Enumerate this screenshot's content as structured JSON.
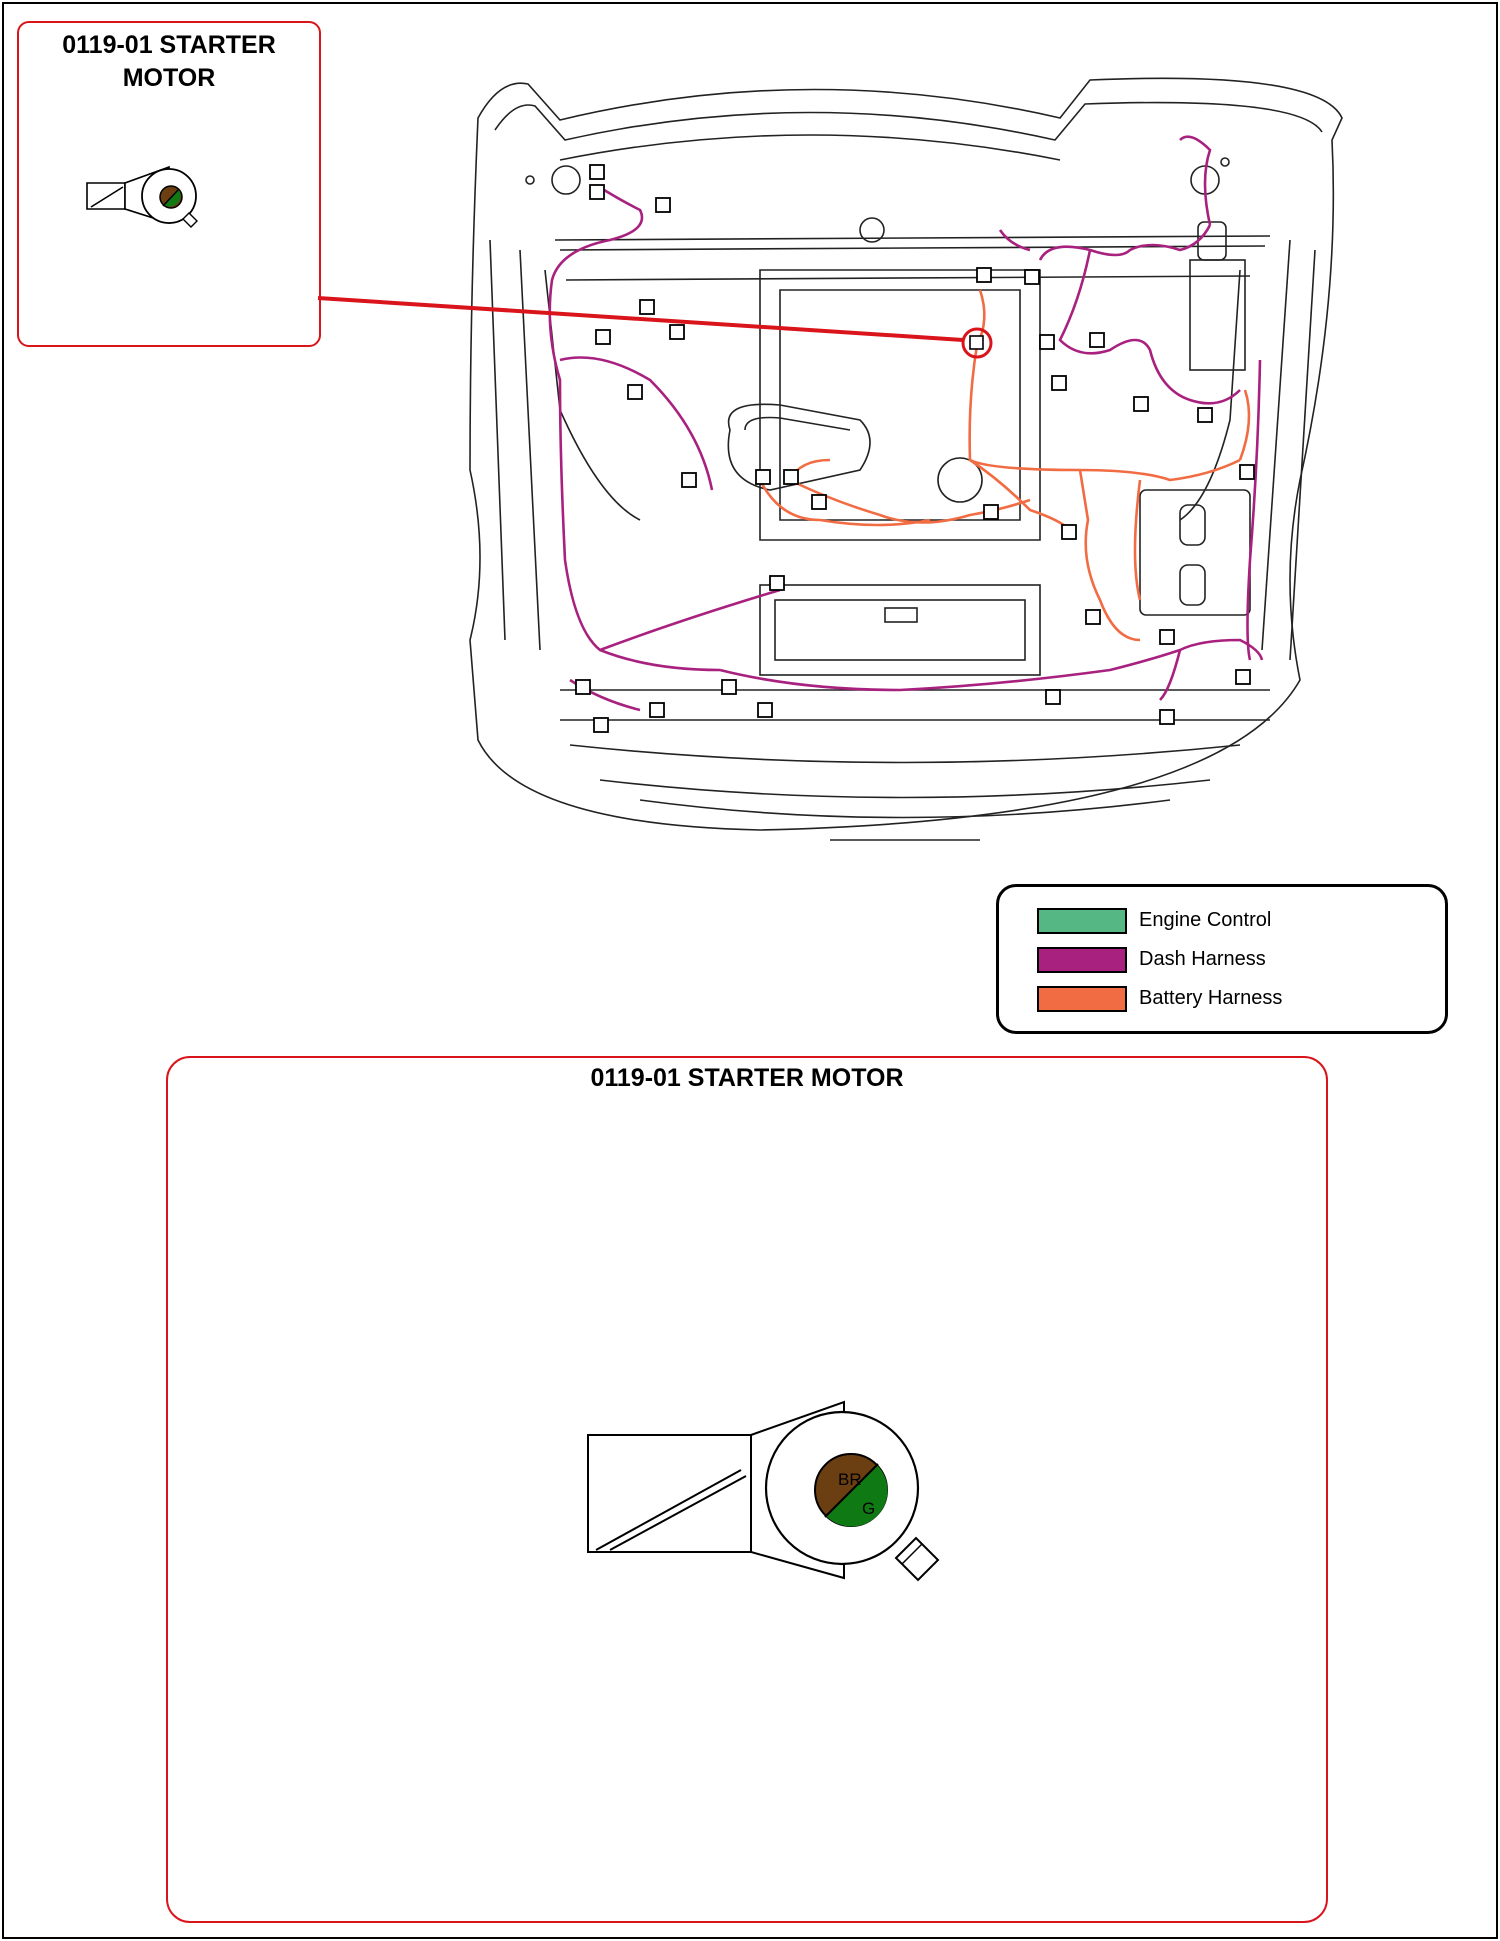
{
  "callout": {
    "title": "0119-01 STARTER\nMOTOR"
  },
  "detail": {
    "title": "0119-01 STARTER MOTOR",
    "pins": [
      {
        "label": "BR",
        "color": "#6b3f12"
      },
      {
        "label": "G",
        "color": "#0f7a14"
      }
    ]
  },
  "legend": {
    "items": [
      {
        "label": "Engine Control",
        "color": "#55b784"
      },
      {
        "label": "Dash Harness",
        "color": "#a8217f"
      },
      {
        "label": "Battery Harness",
        "color": "#f26c43"
      }
    ]
  },
  "colors": {
    "callout_border": "#d9141b",
    "dash_harness": "#a8217f",
    "battery_harness": "#f26c43"
  }
}
